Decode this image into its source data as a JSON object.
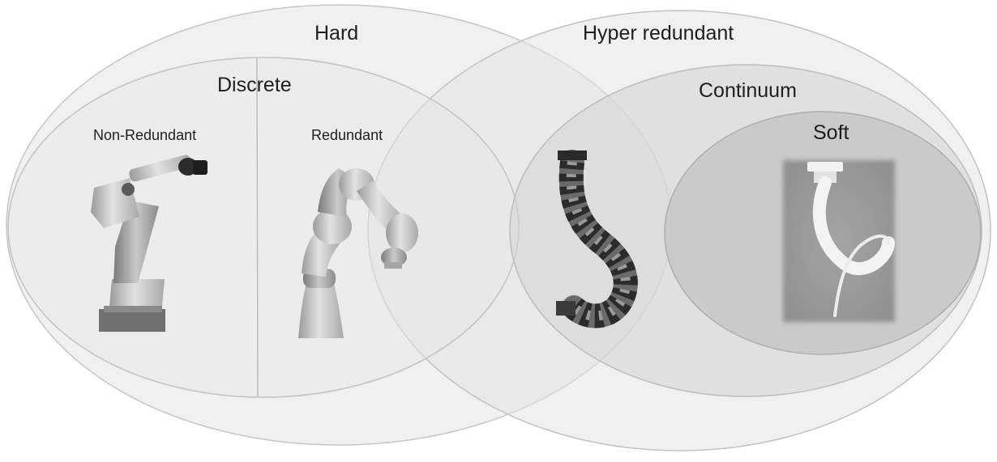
{
  "diagram": {
    "sets": {
      "hard": "Hard",
      "hyper_redundant": "Hyper redundant",
      "discrete": "Discrete",
      "continuum": "Continuum",
      "soft": "Soft",
      "non_redundant": "Non-Redundant",
      "redundant": "Redundant"
    },
    "images": {
      "industrial_arm": "industrial-robot-arm-icon",
      "collaborative_arm": "collaborative-robot-arm-icon",
      "snake_robot": "snake-robot-icon",
      "soft_actuator": "soft-actuator-icon"
    }
  }
}
